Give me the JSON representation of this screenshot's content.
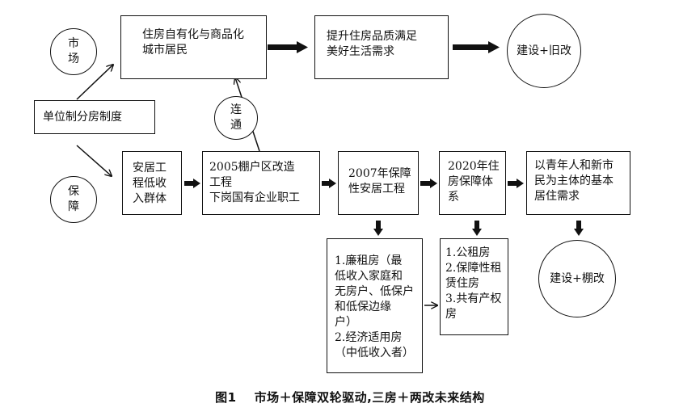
{
  "diagram": {
    "circles": {
      "market": "市\n场",
      "connect": "连\n通",
      "guarantee": "保\n障",
      "build_old": "建设+旧改",
      "build_shed": "建设+棚改"
    },
    "boxes": {
      "unit_housing": "单位制分房制度",
      "private_housing": "住房自有化与商品化\n城市居民",
      "quality": "提升住房品质满足\n美好生活需求",
      "low_income": "安居工\n程低收\n入群体",
      "shed_2005": "2005棚户区改造\n工程\n下岗国有企业职工",
      "safe_2007": "2007年保障\n性安居工程",
      "system_2020": "2020年住\n房保障体\n系",
      "youth": "以青年人和新市\n民为主体的基本\n居住需求",
      "list_2007": "1.廉租房（最\n低收入家庭和\n无房户、低保户\n和低保边缘\n户）\n2.经济适用房\n（中低收入者）",
      "list_2020": "1.公租房\n2.保障性租\n赁住房\n3.共有产权\n房"
    }
  },
  "caption": {
    "figure_number": "图1",
    "title": "市场＋保障双轮驱动,三房＋两改未来结构"
  }
}
